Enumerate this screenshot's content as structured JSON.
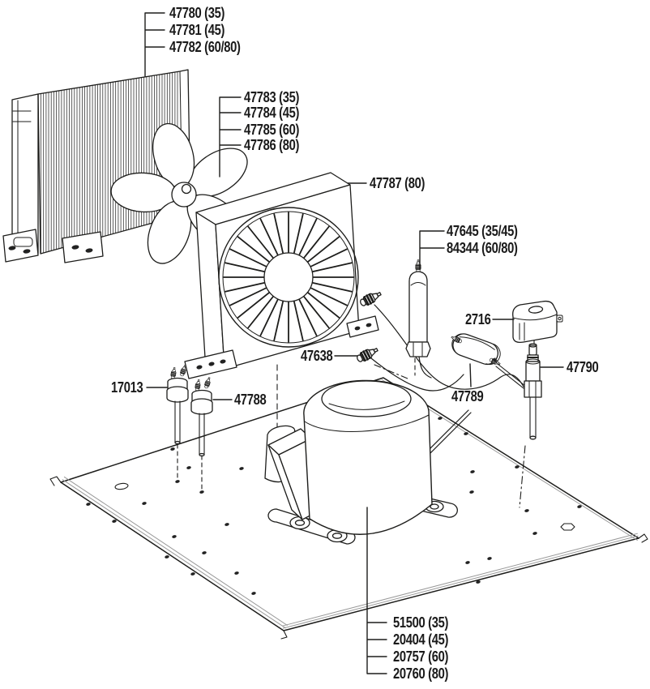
{
  "document": {
    "type": "exploded-parts-diagram",
    "subject": "condensing unit assembly",
    "colors": {
      "line": "#1d1d1b",
      "background": "#ffffff"
    }
  },
  "callouts": {
    "condenser_coil": {
      "labels": [
        "47780 (35)",
        "47781 (45)",
        "47782 (60/80)"
      ]
    },
    "fan_blade": {
      "labels": [
        "47783 (35)",
        "47784 (45)",
        "47785 (60)",
        "47786 (80)"
      ]
    },
    "fan_shroud": {
      "labels": [
        "47787 (80)"
      ]
    },
    "filter_drier": {
      "labels": [
        "47645 (35/45)",
        "84344 (60/80)"
      ]
    },
    "solenoid_coil": {
      "labels": [
        "2716"
      ]
    },
    "access_valve": {
      "labels": [
        "47638"
      ]
    },
    "muffler": {
      "labels": [
        "47789"
      ]
    },
    "valve_assembly": {
      "labels": [
        "47790"
      ]
    },
    "grommet_a": {
      "labels": [
        "17013"
      ]
    },
    "grommet_b": {
      "labels": [
        "47788"
      ]
    },
    "compressor": {
      "labels": [
        "51500 (35)",
        "20404 (45)",
        "20757 (60)",
        "20760 (80)"
      ]
    }
  }
}
